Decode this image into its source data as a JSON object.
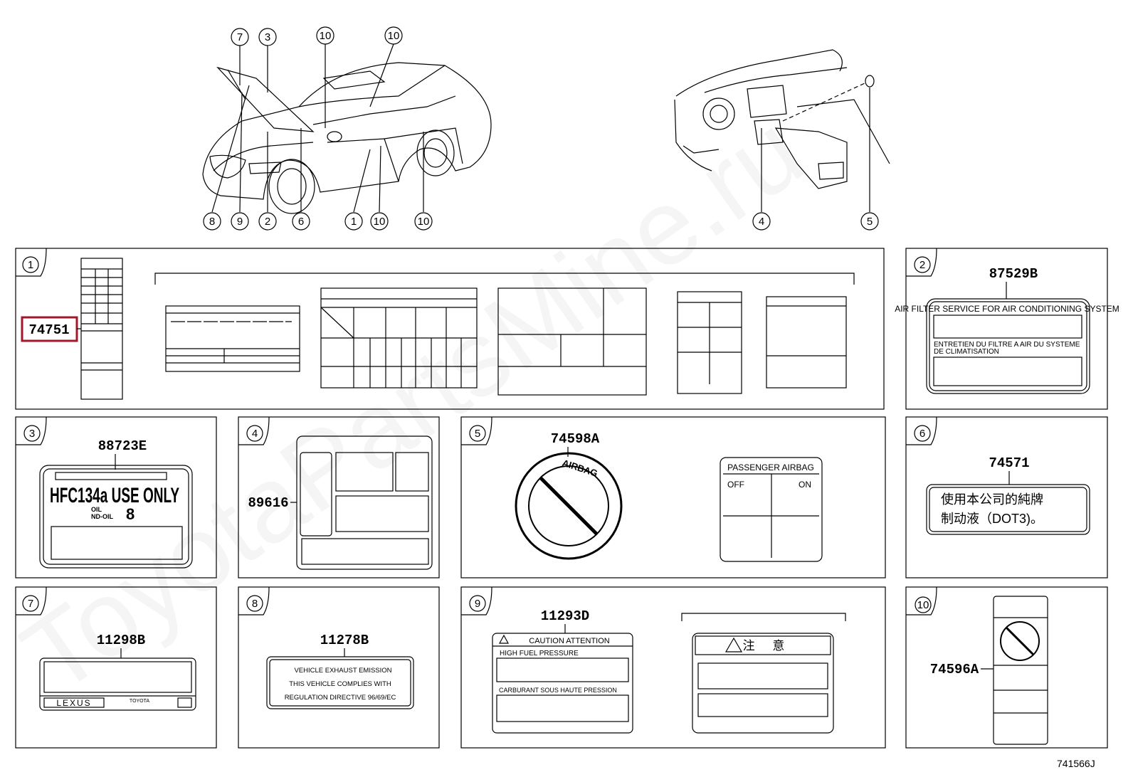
{
  "watermark": "ToyotaPartsMine.ru",
  "diagram_code": "741566J",
  "callouts_car": [
    "7",
    "3",
    "10",
    "10",
    "8",
    "9",
    "2",
    "6",
    "1",
    "10",
    "10"
  ],
  "callouts_interior": [
    "4",
    "5"
  ],
  "panels": [
    {
      "num": "1",
      "part": "74751",
      "highlighted": true
    },
    {
      "num": "2",
      "part": "87529B",
      "texts": [
        "AIR FILTER SERVICE FOR AIR CONDITIONING SYSTEM",
        "ENTRETIEN DU FILTRE A AIR DU SYSTEME",
        "DE CLIMATISATION"
      ]
    },
    {
      "num": "3",
      "part": "88723E",
      "texts": [
        "HFC134a USE ONLY",
        "OIL",
        "ND-OIL",
        "8"
      ]
    },
    {
      "num": "4",
      "part": "89616"
    },
    {
      "num": "5",
      "part": "74598A",
      "texts": [
        "AIRBAG",
        "PASSENGER  AIRBAG",
        "OFF",
        "ON"
      ]
    },
    {
      "num": "6",
      "part": "74571",
      "texts": [
        "使用本公司的純牌",
        "制动液（DOT3)。"
      ]
    },
    {
      "num": "7",
      "part": "11298B",
      "texts": [
        "LEXUS",
        "TOYOTA"
      ]
    },
    {
      "num": "8",
      "part": "11278B",
      "texts": [
        "VEHICLE  EXHAUST  EMISSION",
        "THIS  VEHICLE  COMPLIES  WITH",
        "REGULATION  DIRECTIVE 96/69/EC"
      ]
    },
    {
      "num": "9",
      "part": "11293D",
      "texts": [
        "CAUTION  ATTENTION",
        "HIGH  FUEL  PRESSURE",
        "CARBURANT  SOUS  HAUTE  PRESSION",
        "注  意"
      ]
    },
    {
      "num": "10",
      "part": "74596A"
    }
  ]
}
